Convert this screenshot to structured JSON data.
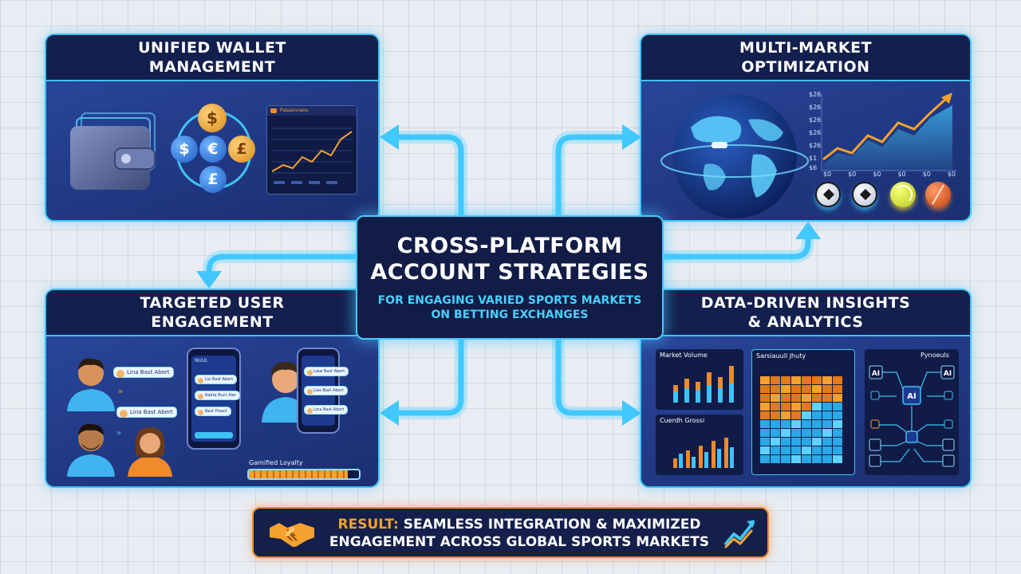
{
  "center": {
    "title_line1": "Cross-Platform",
    "title_line2": "Account Strategies",
    "subtitle_line1": "For Engaging Varied Sports Markets",
    "subtitle_line2": "on Betting Exchanges"
  },
  "panels": {
    "wallet": {
      "title_line1": "Unified Wallet",
      "title_line2": "Management",
      "currency_symbols": [
        "$",
        "€",
        "£",
        "£",
        "$"
      ],
      "screen_header": "Pasasnnaou",
      "icon": "wallet-icon"
    },
    "multi_market": {
      "title_line1": "Multi-Market",
      "title_line2": "Optimization",
      "y_axis_ticks": [
        "$26",
        "$26",
        "$26",
        "$26",
        "$26",
        "$1",
        "$6"
      ],
      "x_axis_ticks": [
        "$0",
        "$0",
        "$0",
        "$0",
        "$0",
        "$0"
      ],
      "balls": [
        "soccer-ball-icon",
        "soccer-ball-icon",
        "tennis-ball-icon",
        "cricket-ball-icon"
      ]
    },
    "engagement": {
      "title_line1": "Targeted User",
      "title_line2": "Engagement",
      "chat_left_1": "Lina Bast Abert",
      "chat_left_2": "Lina Bast Abert",
      "phone1_header": "NUUL",
      "phone1_items": [
        "Lia Bast Abert",
        "Rabta Buct Aler",
        "Bast Pioact"
      ],
      "phone2_items": [
        "Llaw Bast Abert",
        "Lias Bast Abert",
        "Lina Bast Abert"
      ],
      "loyalty_label": "Gamified Loyalty",
      "loyalty_progress": 0.9
    },
    "insights": {
      "title_line1": "Data-Driven Insights",
      "title_line2": "& Analytics",
      "chart1_title": "Market Volume",
      "chart2_title": "Cuerdh Grossi",
      "heatmap_title": "Sarsiauull Jhuty",
      "ai_title": "Pynoeuls",
      "ai_label": "AI"
    }
  },
  "result": {
    "label": "Result:",
    "line1_rest": "Seamless Integration & Maximized",
    "line2": "Engagement Across Global Sports Markets"
  },
  "colors": {
    "accent_cyan": "#41c8ff",
    "panel_blue": "#213a86",
    "header_navy": "#131f4d",
    "orange": "#f08a2a"
  }
}
